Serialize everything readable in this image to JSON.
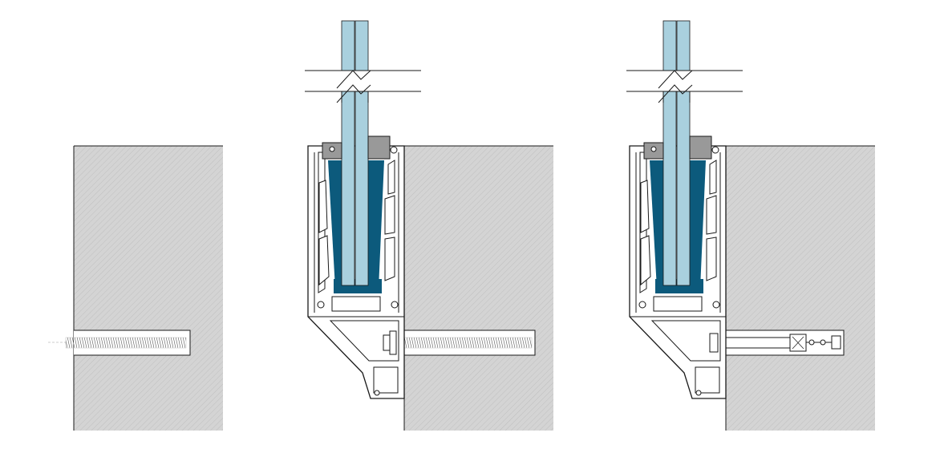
{
  "diagram": {
    "panels": [
      {
        "id": "drilled-hole",
        "parts": [
          "concrete-wall",
          "drilled-hole",
          "threaded-rod"
        ]
      },
      {
        "id": "bonded-rod-mount",
        "parts": [
          "concrete-wall",
          "glass-pane",
          "aluminium-profile",
          "glazing-wedge",
          "threaded-rod",
          "nut"
        ]
      },
      {
        "id": "anchor-bolt-mount",
        "parts": [
          "concrete-wall",
          "glass-pane",
          "aluminium-profile",
          "glazing-wedge",
          "expansion-anchor",
          "bolt-head"
        ]
      }
    ],
    "colors": {
      "concrete": "#d4d4d4",
      "hatch": "#b6b6b6",
      "glass": "#a9d0de",
      "glass_edge": "#1a1a1a",
      "wedge": "#0c5a7c",
      "gasket": "#999999",
      "profile": "#ffffff",
      "line": "#1a1a1a"
    }
  }
}
